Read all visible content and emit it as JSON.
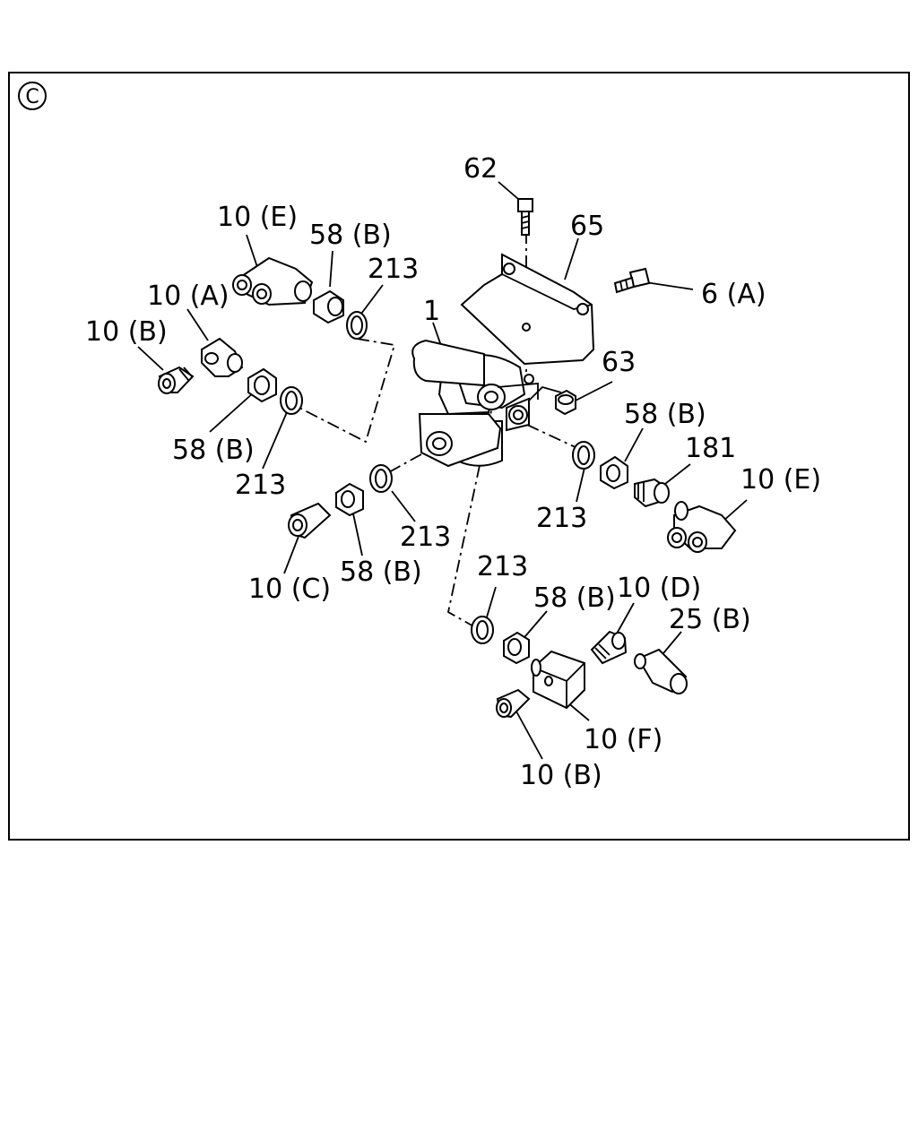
{
  "section_mark": "C",
  "labels": {
    "p62": "62",
    "p65": "65",
    "p6a": "6 (A)",
    "p63": "63",
    "p1": "1",
    "p10e_top": "10 (E)",
    "p58b_top": "58 (B)",
    "p213_top": "213",
    "p10a": "10 (A)",
    "p10b_left": "10 (B)",
    "p58b_left": "58 (B)",
    "p213_left": "213",
    "p213_mid": "213",
    "p58b_mid": "58 (B)",
    "p10c": "10 (C)",
    "p213_right": "213",
    "p58b_right": "58 (B)",
    "p181": "181",
    "p10e_right": "10 (E)",
    "p213_low": "213",
    "p58b_low": "58 (B)",
    "p10d": "10 (D)",
    "p25b": "25 (B)",
    "p10f": "10 (F)",
    "p10b_low": "10 (B)"
  }
}
